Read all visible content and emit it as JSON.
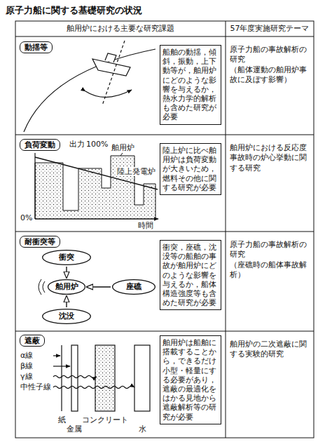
{
  "diagram": {
    "title": "原子力船に関する基礎研究の状況",
    "nodes": [
      {
        "text": [
          "舶用炉における主要な研究課題"
        ]
      },
      {
        "text": [
          "57年度実施研究テーマ"
        ]
      },
      {
        "text": [
          "動揺等"
        ]
      },
      {
        "text": [
          "船舶の動揺，傾斜，振動，上下動等が，舶用炉にどのような影響を与えるか，熱水力学的解析も含めた研究が必要"
        ]
      },
      {
        "text": [
          "原子力船の事故解析の研究",
          "（船体運動の舶用炉事故に及ぼす影響）"
        ]
      },
      {
        "text": [
          "負荷変動"
        ]
      },
      {
        "text": [
          "陸上炉に比べ舶用炉は負荷変動が大きいため，燃料その他に関する研究が必要"
        ]
      },
      {
        "text": [
          "舶用炉における反応度事故時の炉心挙動に関する研究"
        ]
      },
      {
        "text": [
          "耐衝突等"
        ]
      },
      {
        "text": [
          "衝突"
        ]
      },
      {
        "text": [
          "舶用炉"
        ]
      },
      {
        "text": [
          "座礁"
        ]
      },
      {
        "text": [
          "沈没"
        ]
      },
      {
        "text": [
          "衝突，座礁，沈没等の船舶の事故が舶用炉にどのような影響を与えるか，船体構造強度等も含めた研究が必要"
        ]
      },
      {
        "text": [
          "原子力船の事故解析の研究",
          "（座礁時の船体事故解析）"
        ]
      },
      {
        "text": [
          "遮蔽"
        ]
      },
      {
        "text": [
          "舶用炉は船舶に搭載することから，できるだけ小型・軽量にする必要があり，遮蔽の最適化をはかる見地から遮蔽解析等の研究が必要"
        ]
      },
      {
        "text": [
          "舶用炉の二次遮蔽に関する実験的研究"
        ]
      }
    ],
    "edges": [
      {
        "from": 9,
        "to": 10,
        "arrow": "to"
      },
      {
        "from": 11,
        "to": 10,
        "arrow": "to"
      },
      {
        "from": 12,
        "to": 10,
        "arrow": "to"
      }
    ],
    "labels": [
      "出力",
      "100%",
      "舶用炉",
      "陸上発電炉",
      "0%",
      "時間",
      "α線",
      "β線",
      "γ線",
      "中性子線",
      "紙",
      "金属",
      "コンクリート",
      "水"
    ]
  }
}
